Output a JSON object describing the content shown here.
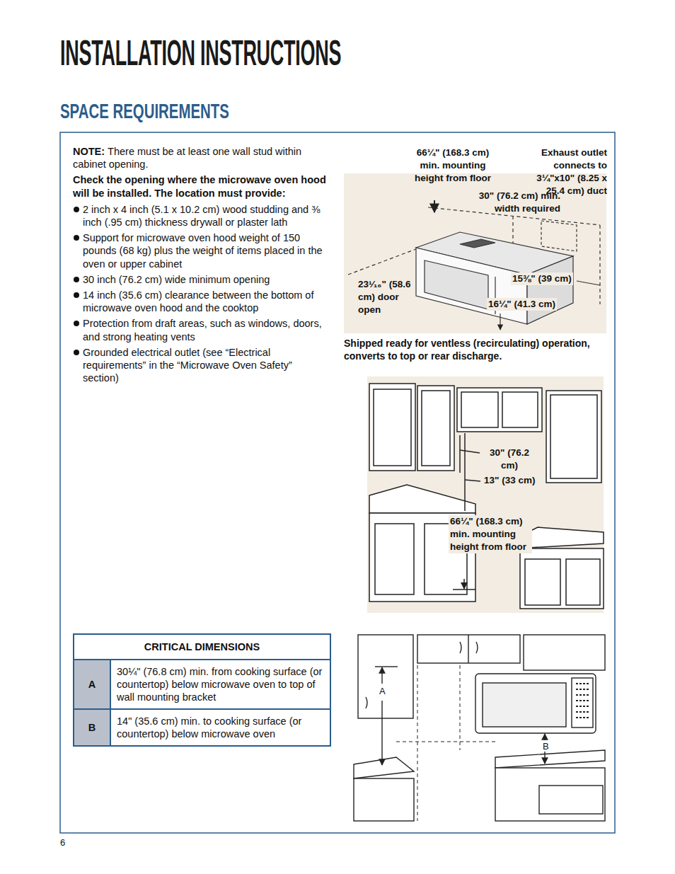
{
  "diagram": {
    "title": "INSTALLATION INSTRUCTIONS",
    "labels": [
      "SPACE REQUIREMENTS",
      "NOTE:",
      "There must be at least one wall stud within cabinet opening.",
      "Check the opening where the microwave oven hood will be installed. The location must provide:",
      "2 inch x 4 inch (5.1 x 10.2 cm) wood studding and ⅜ inch (.95 cm) thickness drywall or plaster lath",
      "Support for microwave oven hood weight of 150 pounds (68 kg) plus the weight of items placed in the oven or upper cabinet",
      "30 inch (76.2 cm) wide minimum opening",
      "14 inch (35.6 cm) clearance between the bottom of microwave oven hood and the cooktop",
      "Protection from draft areas, such as windows, doors, and strong heating vents",
      "Grounded electrical outlet (see “Electrical requirements” in the “Microwave Oven Safety” section)",
      "66¼\" (168.3 cm) min. mounting height from floor",
      "Exhaust outlet connects to 3¼\"x10\" (8.25 x 25.4 cm) duct",
      "30\" (76.2 cm) min. width required",
      "23¹⁄₁₆\" (58.6 cm) door open",
      "15⅜\" (39 cm)",
      "16¼\" (41.3 cm)",
      "Shipped ready for ventless (recirculating) operation, converts to top or rear discharge.",
      "30\" (76.2 cm)",
      "13\" (33 cm)",
      "66¼\" (168.3 cm) min. mounting height from floor",
      "CRITICAL DIMENSIONS",
      "A",
      "30¼\" (76.8 cm) min. from cooking surface (or countertop) below microwave oven to top of wall mounting bracket",
      "B",
      "14\" (35.6 cm) min. to cooking surface (or countertop) below microwave oven",
      "A",
      "B",
      "6"
    ]
  }
}
